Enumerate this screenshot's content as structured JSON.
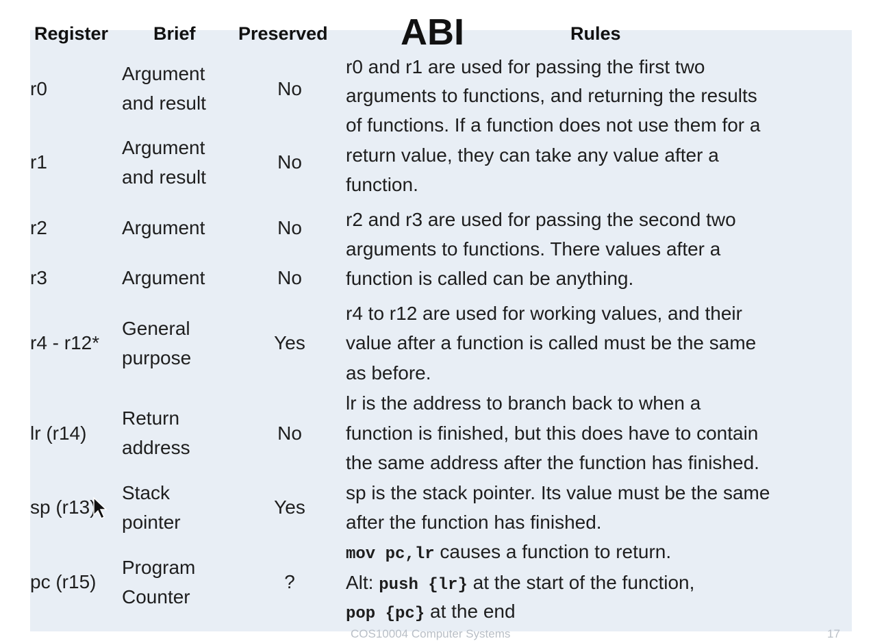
{
  "title": "ABI",
  "headers": {
    "register": "Register",
    "brief": "Brief",
    "preserved": "Preserved",
    "rules": "Rules"
  },
  "rows": [
    {
      "register": "r0",
      "brief": [
        "Argument",
        "and result"
      ],
      "preserved": "No"
    },
    {
      "register": "r1",
      "brief": [
        "Argument",
        "and result"
      ],
      "preserved": "No"
    },
    {
      "register": "r2",
      "brief": [
        "Argument"
      ],
      "preserved": "No"
    },
    {
      "register": "r3",
      "brief": [
        "Argument"
      ],
      "preserved": "No"
    },
    {
      "register": "r4 - r12*",
      "brief": [
        "General",
        "purpose"
      ],
      "preserved": "Yes"
    },
    {
      "register": "lr (r14)",
      "brief": [
        "Return",
        "address"
      ],
      "preserved": "No"
    },
    {
      "register": "sp (r13)",
      "brief": [
        "Stack",
        "pointer"
      ],
      "preserved": "Yes"
    },
    {
      "register": "pc (r15)",
      "brief": [
        "Program",
        "Counter"
      ],
      "preserved": "?"
    }
  ],
  "rules": {
    "r0_r1": [
      "r0 and r1 are used for passing the first two",
      "arguments to functions, and returning the results",
      "of functions. If a function does not use them for a",
      "return value, they can take any value after a",
      "function."
    ],
    "r2_r3": [
      "r2 and r3 are used for passing the second two",
      "arguments to functions. There values after a",
      "function is called can be anything."
    ],
    "r4_r12": [
      "r4 to r12 are used for working values, and their",
      "value after a function is called must be the same",
      "as before."
    ],
    "lr": [
      "lr is the address to branch back to when a",
      "function is finished, but this does have to contain",
      "the same address after the function has finished."
    ],
    "sp": [
      "sp is the stack pointer. Its value must be the same",
      "after the function has finished."
    ],
    "pc": {
      "line1_code": "mov pc,lr",
      "line1_text": " causes a function to return.",
      "line2_prefix": "Alt: ",
      "line2_code": "push {lr}",
      "line2_text": " at the start of the function,",
      "line3_code": "pop {pc}",
      "line3_text": " at the end"
    }
  },
  "footer": {
    "course": "COS10004 Computer Systems",
    "page": "17"
  }
}
